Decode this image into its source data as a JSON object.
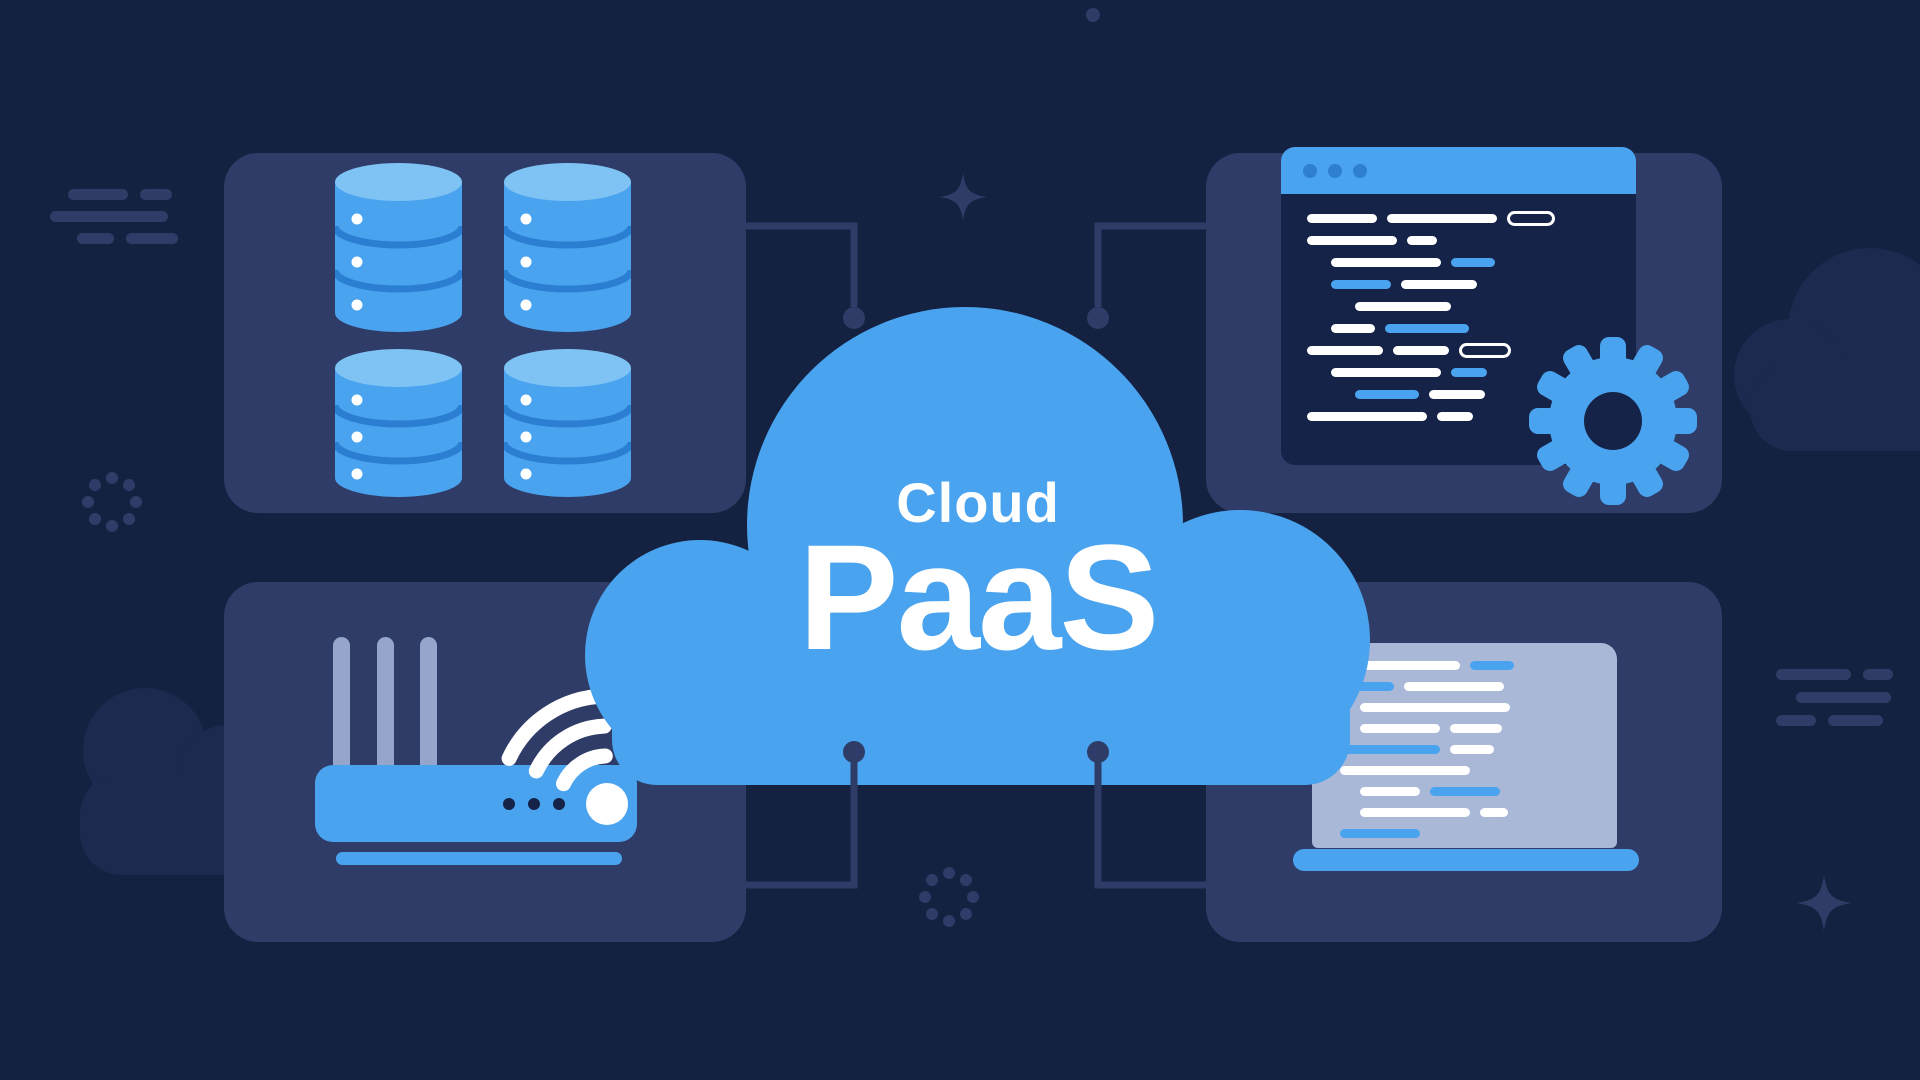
{
  "scene": {
    "title_small": "Cloud",
    "title_large": "PaaS"
  },
  "colors": {
    "background": "#142140",
    "panel": "#2e3c67",
    "accent_blue": "#4aa3ef",
    "light_blue": "#7ec3f4",
    "dark_navy": "#152348",
    "screen_light": "#aab8d8",
    "antenna_gray": "#95a5cb",
    "white": "#ffffff",
    "bg_cloud": "#1c2a50"
  },
  "icons": [
    {
      "name": "database-cluster-icon"
    },
    {
      "name": "code-window-icon"
    },
    {
      "name": "gear-icon"
    },
    {
      "name": "router-wifi-icon"
    },
    {
      "name": "laptop-code-icon"
    },
    {
      "name": "sparkle-icon"
    },
    {
      "name": "dots-flower-icon"
    },
    {
      "name": "speed-lines-icon"
    },
    {
      "name": "cloud-silhouette-icon"
    }
  ],
  "code_window": {
    "rows": [
      {
        "indent": 0,
        "segments": [
          {
            "c": "w",
            "w": 70
          },
          {
            "c": "w",
            "w": 110
          },
          {
            "c": "o",
            "w": 48
          }
        ]
      },
      {
        "indent": 0,
        "segments": [
          {
            "c": "w",
            "w": 90
          },
          {
            "c": "w",
            "w": 30
          }
        ]
      },
      {
        "indent": 24,
        "segments": [
          {
            "c": "w",
            "w": 110
          },
          {
            "c": "b",
            "w": 44
          }
        ]
      },
      {
        "indent": 24,
        "segments": [
          {
            "c": "b",
            "w": 60
          },
          {
            "c": "w",
            "w": 76
          }
        ]
      },
      {
        "indent": 48,
        "segments": [
          {
            "c": "w",
            "w": 96
          }
        ]
      },
      {
        "indent": 24,
        "segments": [
          {
            "c": "w",
            "w": 44
          },
          {
            "c": "b",
            "w": 84
          }
        ]
      },
      {
        "indent": 0,
        "segments": [
          {
            "c": "w",
            "w": 76
          },
          {
            "c": "w",
            "w": 56
          },
          {
            "c": "o",
            "w": 52
          }
        ]
      },
      {
        "indent": 24,
        "segments": [
          {
            "c": "w",
            "w": 110
          },
          {
            "c": "b",
            "w": 36
          }
        ]
      },
      {
        "indent": 48,
        "segments": [
          {
            "c": "b",
            "w": 64
          },
          {
            "c": "w",
            "w": 56
          }
        ]
      },
      {
        "indent": 0,
        "segments": [
          {
            "c": "w",
            "w": 120
          },
          {
            "c": "w",
            "w": 36
          }
        ]
      }
    ]
  },
  "laptop": {
    "rows": [
      {
        "indent": 0,
        "segments": [
          {
            "c": "w",
            "w": 120
          },
          {
            "c": "b",
            "w": 44
          }
        ]
      },
      {
        "indent": 0,
        "segments": [
          {
            "c": "b",
            "w": 54
          },
          {
            "c": "w",
            "w": 100
          }
        ]
      },
      {
        "indent": 20,
        "segments": [
          {
            "c": "w",
            "w": 150
          }
        ]
      },
      {
        "indent": 20,
        "segments": [
          {
            "c": "w",
            "w": 80
          },
          {
            "c": "w",
            "w": 52
          }
        ]
      },
      {
        "indent": 0,
        "segments": [
          {
            "c": "b",
            "w": 100
          },
          {
            "c": "w",
            "w": 44
          }
        ]
      },
      {
        "indent": 0,
        "segments": [
          {
            "c": "w",
            "w": 130
          }
        ]
      },
      {
        "indent": 20,
        "segments": [
          {
            "c": "w",
            "w": 60
          },
          {
            "c": "b",
            "w": 70
          }
        ]
      },
      {
        "indent": 20,
        "segments": [
          {
            "c": "w",
            "w": 110
          },
          {
            "c": "w",
            "w": 28
          }
        ]
      },
      {
        "indent": 0,
        "segments": [
          {
            "c": "b",
            "w": 80
          }
        ]
      }
    ]
  }
}
